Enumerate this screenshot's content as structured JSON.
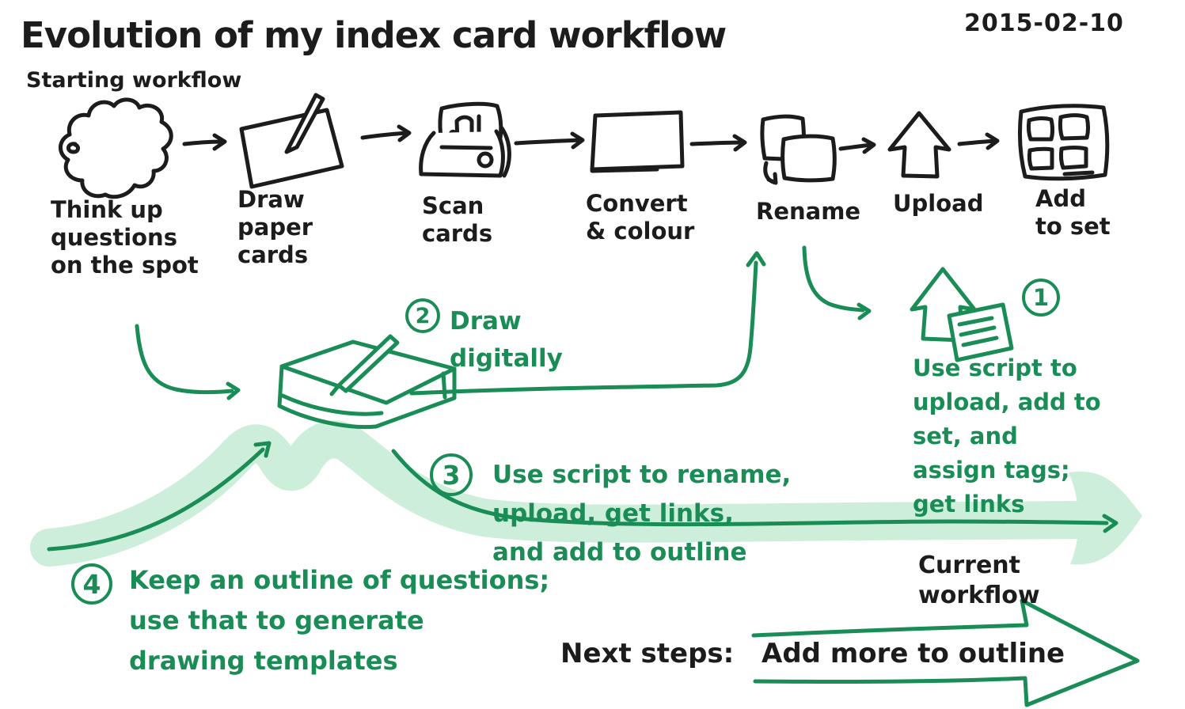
{
  "title": "Evolution of my index card workflow",
  "date": "2015-02-10",
  "subtitle": "Starting workflow",
  "colors": {
    "ink": "#1c1c1c",
    "green_ink": "#1a8d57",
    "highlight": "#cdeeda",
    "background": "#ffffff"
  },
  "workflow": {
    "steps": [
      {
        "icon": "cloud-icon",
        "label": "Think up\nquestions\non the spot"
      },
      {
        "icon": "card-pen-icon",
        "label": "Draw\npaper\ncards"
      },
      {
        "icon": "scanner-icon",
        "label": "Scan\ncards"
      },
      {
        "icon": "blank-card-icon",
        "label": "Convert\n& colour"
      },
      {
        "icon": "two-cards-icon",
        "label": "Rename"
      },
      {
        "icon": "upload-arrow-icon",
        "label": "Upload"
      },
      {
        "icon": "card-set-grid-icon",
        "label": "Add\nto set"
      }
    ]
  },
  "annotations": {
    "note1": {
      "number": "1",
      "icon": "upload-script-icon",
      "text": "Use script to\nupload, add to\nset, and\nassign tags;\nget links"
    },
    "note2": {
      "number": "2",
      "icon": "tablet-stylus-icon",
      "text": "Draw\ndigitally"
    },
    "note3": {
      "number": "3",
      "text": "Use script to rename,\nupload, get links,\nand add to outline"
    },
    "note4": {
      "number": "4",
      "text": "Keep an outline of questions;\nuse that to generate\ndrawing templates"
    },
    "current_workflow": "Current\nworkflow",
    "next_steps": {
      "label": "Next steps:",
      "value": "Add more to outline"
    }
  }
}
